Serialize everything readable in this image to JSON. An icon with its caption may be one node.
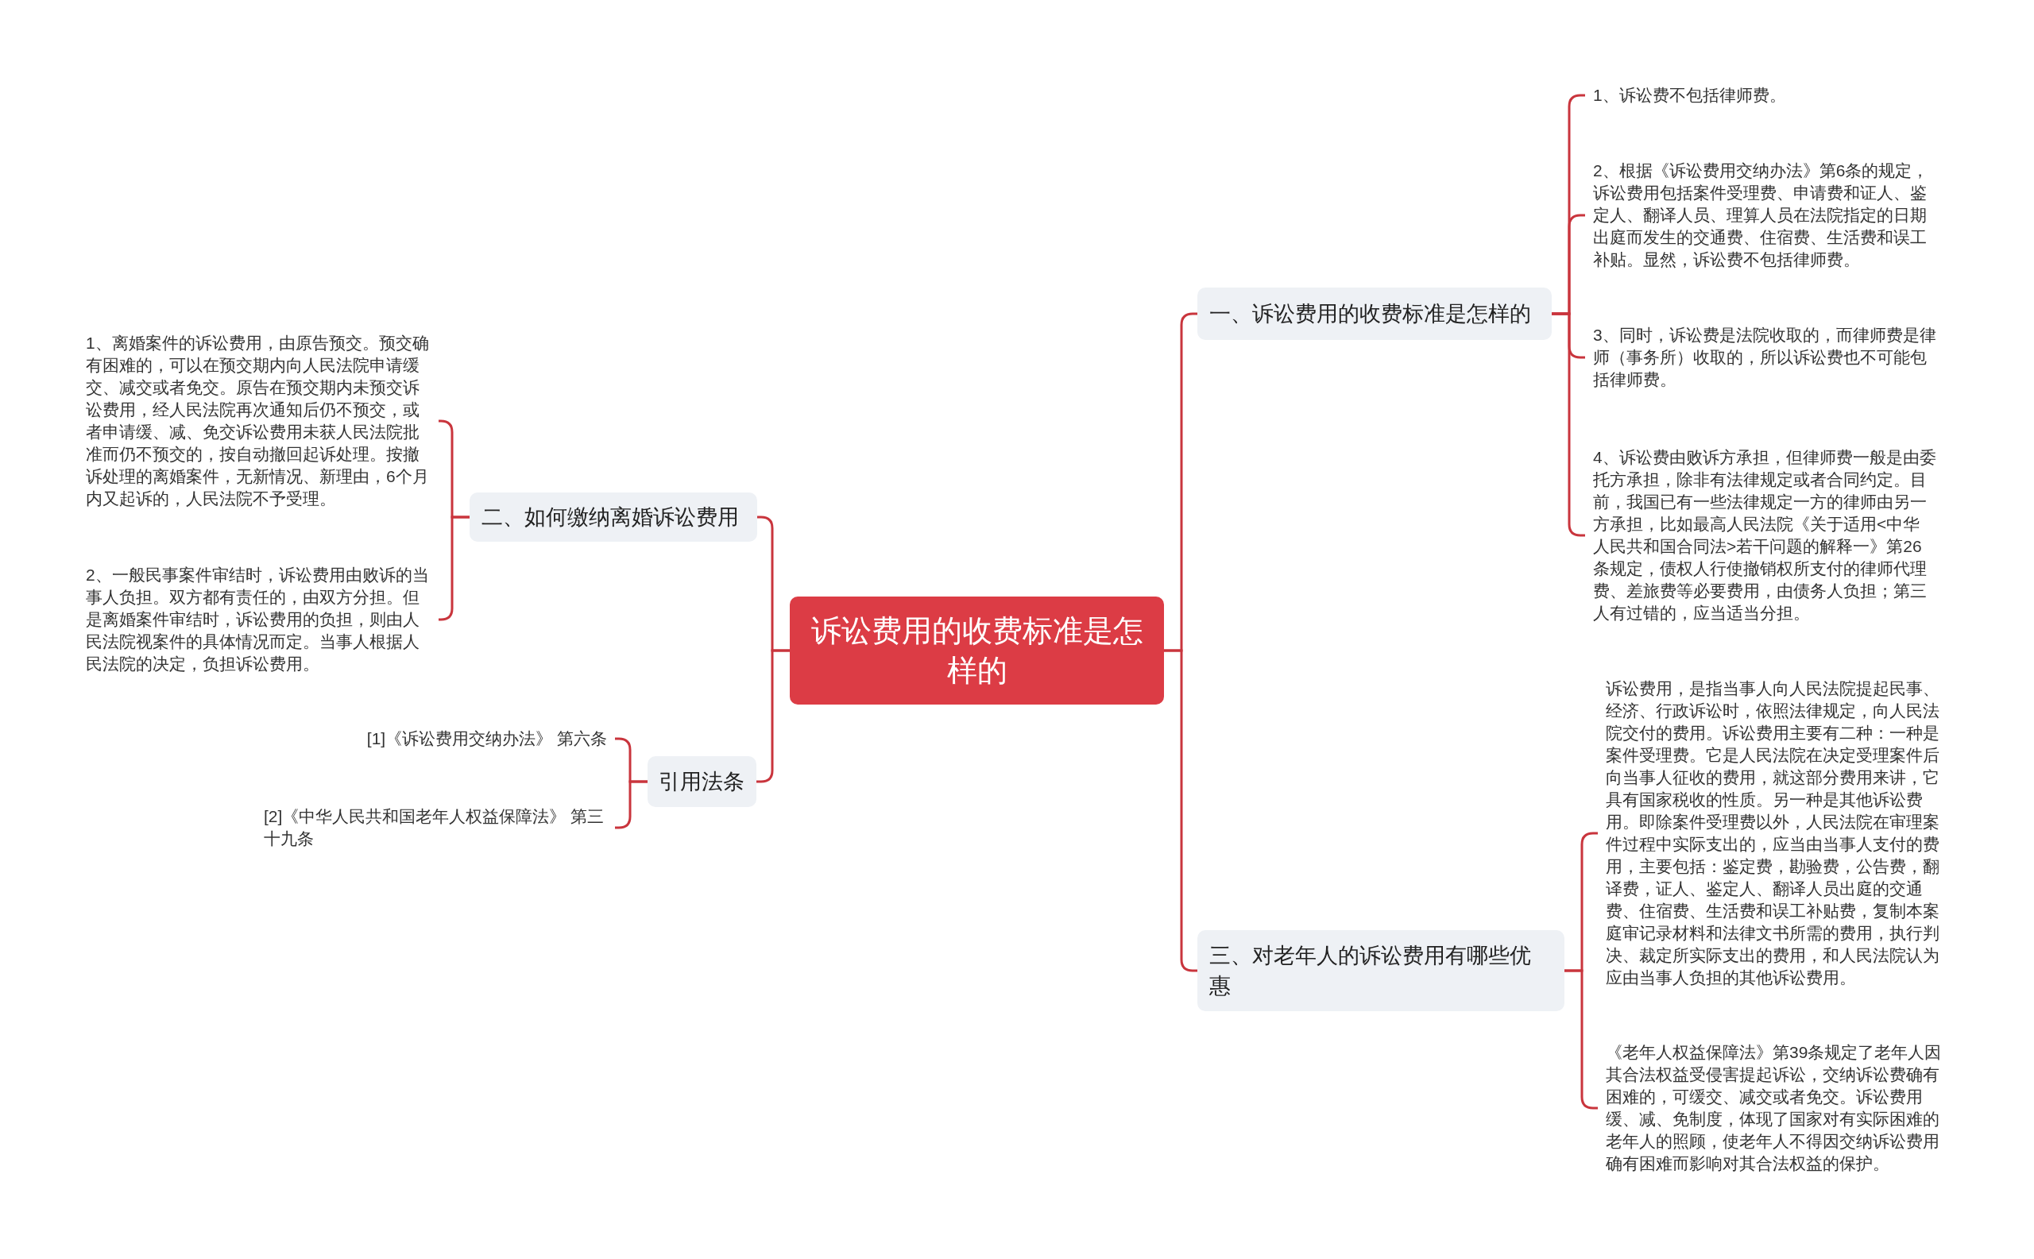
{
  "diagram": {
    "nodes": [
      {
        "text": [
          "诉讼费用的收费标准是怎样的"
        ]
      },
      {
        "text": [
          "一、诉讼费用的收费标准是怎样的"
        ]
      },
      {
        "text": [
          "1、诉讼费不包括律师费。"
        ]
      },
      {
        "text": [
          "2、根据《诉讼费用交纳办法》第6条的规定，诉讼费用包括案件受理费、申请费和证人、鉴定人、翻译人员、理算人员在法院指定的日期出庭而发生的交通费、住宿费、生活费和误工补贴。显然，诉讼费不包括律师费。"
        ]
      },
      {
        "text": [
          "3、同时，诉讼费是法院收取的，而律师费是律师（事务所）收取的，所以诉讼费也不可能包括律师费。"
        ]
      },
      {
        "text": [
          "4、诉讼费由败诉方承担，但律师费一般是由委托方承担，除非有法律规定或者合同约定。目前，我国已有一些法律规定一方的律师由另一方承担，比如最高人民法院《关于适用<中华人民共和国合同法>若干问题的解释一》第26条规定，债权人行使撤销权所支付的律师代理费、差旅费等必要费用，由债务人负担；第三人有过错的，应当适当分担。"
        ]
      },
      {
        "text": [
          "三、对老年人的诉讼费用有哪些优惠"
        ]
      },
      {
        "text": [
          "诉讼费用，是指当事人向人民法院提起民事、经济、行政诉讼时，依照法律规定，向人民法院交付的费用。诉讼费用主要有二种：一种是案件受理费。它是人民法院在决定受理案件后向当事人征收的费用，就这部分费用来讲，它具有国家税收的性质。另一种是其他诉讼费用。即除案件受理费以外，人民法院在审理案件过程中实际支出的，应当由当事人支付的费用，主要包括：鉴定费，勘验费，公告费，翻译费，证人、鉴定人、翻译人员出庭的交通费、住宿费、生活费和误工补贴费，复制本案庭审记录材料和法律文书所需的费用，执行判决、裁定所实际支出的费用，和人民法院认为应由当事人负担的其他诉讼费用。"
        ]
      },
      {
        "text": [
          "《老年人权益保障法》第39条规定了老年人因其合法权益受侵害提起诉讼，交纳诉讼费确有困难的，可缓交、减交或者免交。诉讼费用缓、减、免制度，体现了国家对有实际困难的老年人的照顾，使老年人不得因交纳诉讼费用确有困难而影响对其合法权益的保护。"
        ]
      },
      {
        "text": [
          "二、如何缴纳离婚诉讼费用"
        ]
      },
      {
        "text": [
          "1、离婚案件的诉讼费用，由原告预交。预交确有困难的，可以在预交期内向人民法院申请缓交、减交或者免交。原告在预交期内未预交诉讼费用，经人民法院再次通知后仍不预交，或者申请缓、减、免交诉讼费用未获人民法院批准而仍不预交的，按自动撤回起诉处理。按撤诉处理的离婚案件，无新情况、新理由，6个月内又起诉的，人民法院不予受理。"
        ]
      },
      {
        "text": [
          "2、一般民事案件审结时，诉讼费用由败诉的当事人负担。双方都有责任的，由双方分担。但是离婚案件审结时，诉讼费用的负担，则由人民法院视案件的具体情况而定。当事人根据人民法院的决定，负担诉讼费用。"
        ]
      },
      {
        "text": [
          "引用法条"
        ]
      },
      {
        "text": [
          "[1]《诉讼费用交纳办法》 第六条"
        ]
      },
      {
        "text": [
          "[2]《中华人民共和国老年人权益保障法》 第三十九条"
        ]
      }
    ],
    "edges": [
      {
        "from": 0,
        "to": 1,
        "arrow": "none"
      },
      {
        "from": 1,
        "to": 2,
        "arrow": "none"
      },
      {
        "from": 1,
        "to": 3,
        "arrow": "none"
      },
      {
        "from": 1,
        "to": 4,
        "arrow": "none"
      },
      {
        "from": 1,
        "to": 5,
        "arrow": "none"
      },
      {
        "from": 0,
        "to": 6,
        "arrow": "none"
      },
      {
        "from": 6,
        "to": 7,
        "arrow": "none"
      },
      {
        "from": 6,
        "to": 8,
        "arrow": "none"
      },
      {
        "from": 0,
        "to": 9,
        "arrow": "none"
      },
      {
        "from": 9,
        "to": 10,
        "arrow": "none"
      },
      {
        "from": 9,
        "to": 11,
        "arrow": "none"
      },
      {
        "from": 0,
        "to": 12,
        "arrow": "none"
      },
      {
        "from": 12,
        "to": 13,
        "arrow": "none"
      },
      {
        "from": 12,
        "to": 14,
        "arrow": "none"
      }
    ]
  }
}
